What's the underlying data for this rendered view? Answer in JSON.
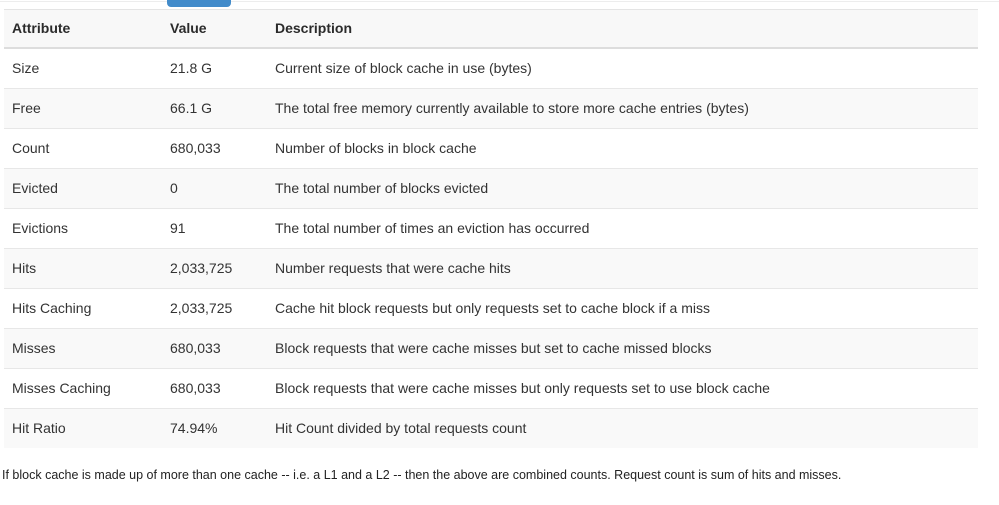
{
  "theme": {
    "accent_blue": "#428bca",
    "stripe": "#f9f9f9",
    "border": "#dddddd"
  },
  "table": {
    "columns": [
      "Attribute",
      "Value",
      "Description"
    ],
    "rows": [
      {
        "attribute": "Size",
        "value": "21.8 G",
        "description": "Current size of block cache in use (bytes)"
      },
      {
        "attribute": "Free",
        "value": "66.1 G",
        "description": "The total free memory currently available to store more cache entries (bytes)"
      },
      {
        "attribute": "Count",
        "value": "680,033",
        "description": "Number of blocks in block cache"
      },
      {
        "attribute": "Evicted",
        "value": "0",
        "description": "The total number of blocks evicted"
      },
      {
        "attribute": "Evictions",
        "value": "91",
        "description": "The total number of times an eviction has occurred"
      },
      {
        "attribute": "Hits",
        "value": "2,033,725",
        "description": "Number requests that were cache hits"
      },
      {
        "attribute": "Hits Caching",
        "value": "2,033,725",
        "description": "Cache hit block requests but only requests set to cache block if a miss"
      },
      {
        "attribute": "Misses",
        "value": "680,033",
        "description": "Block requests that were cache misses but set to cache missed blocks"
      },
      {
        "attribute": "Misses Caching",
        "value": "680,033",
        "description": "Block requests that were cache misses but only requests set to use block cache"
      },
      {
        "attribute": "Hit Ratio",
        "value": "74.94%",
        "description": "Hit Count divided by total requests count"
      }
    ]
  },
  "footnote": "If block cache is made up of more than one cache -- i.e. a L1 and a L2 -- then the above are combined counts. Request count is sum of hits and misses."
}
